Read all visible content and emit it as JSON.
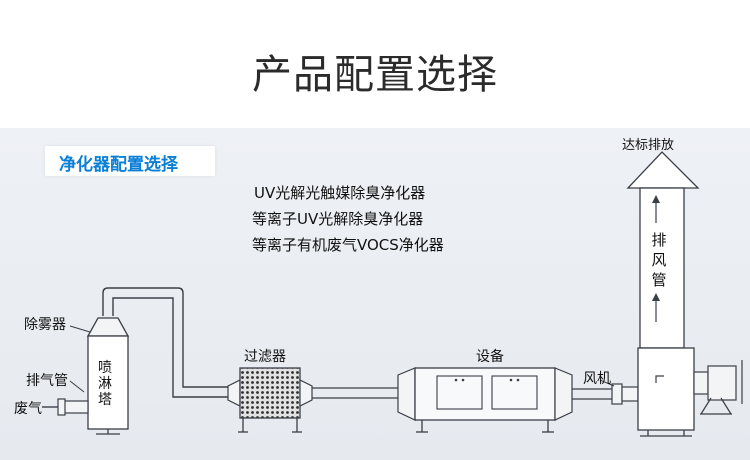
{
  "page_title": "产品配置选择",
  "section_tag": "净化器配置选择",
  "options": [
    "UV光解光触媒除臭净化器",
    "等离子UV光解除臭净化器",
    "等离子有机废气VOCS净化器"
  ],
  "labels": {
    "mist_remover": "除雾器",
    "exhaust_pipe": "排气管",
    "waste_gas": "废气",
    "spray_tower": "喷淋塔",
    "filter": "过滤器",
    "equipment": "设备",
    "fan": "风机",
    "discharge_pipe": "排风管",
    "compliance": "达标排放"
  },
  "colors": {
    "tag_text": "#0a7fd6",
    "panel_bg": "#e9edf2",
    "line": "#3a3f47"
  }
}
